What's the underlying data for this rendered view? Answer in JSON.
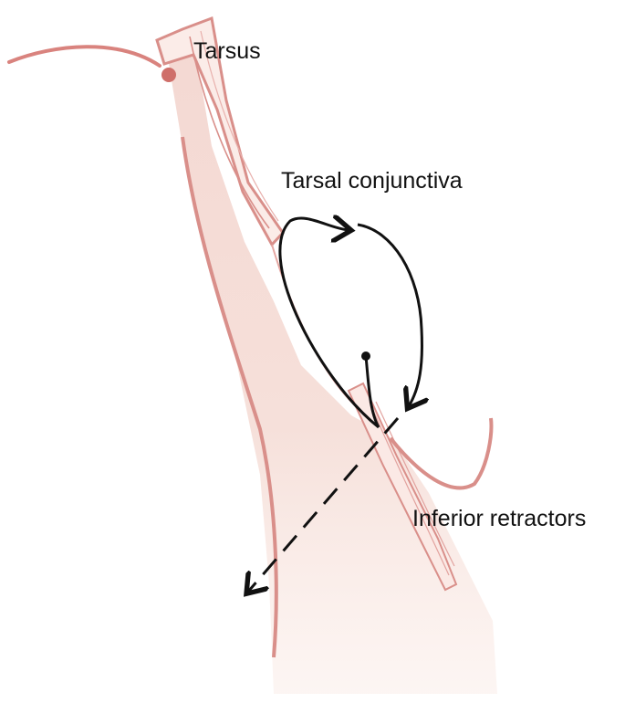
{
  "labels": {
    "tarsus": "Tarsus",
    "tarsal_conjunctiva": "Tarsal conjunctiva",
    "inferior_retractors": "Inferior retractors"
  },
  "colors": {
    "tissue_fill": "#f4dcd6",
    "tissue_outline": "#d98f8a",
    "tarsus_fill": "#fbece8",
    "suture": "#111111",
    "background": "#ffffff"
  }
}
